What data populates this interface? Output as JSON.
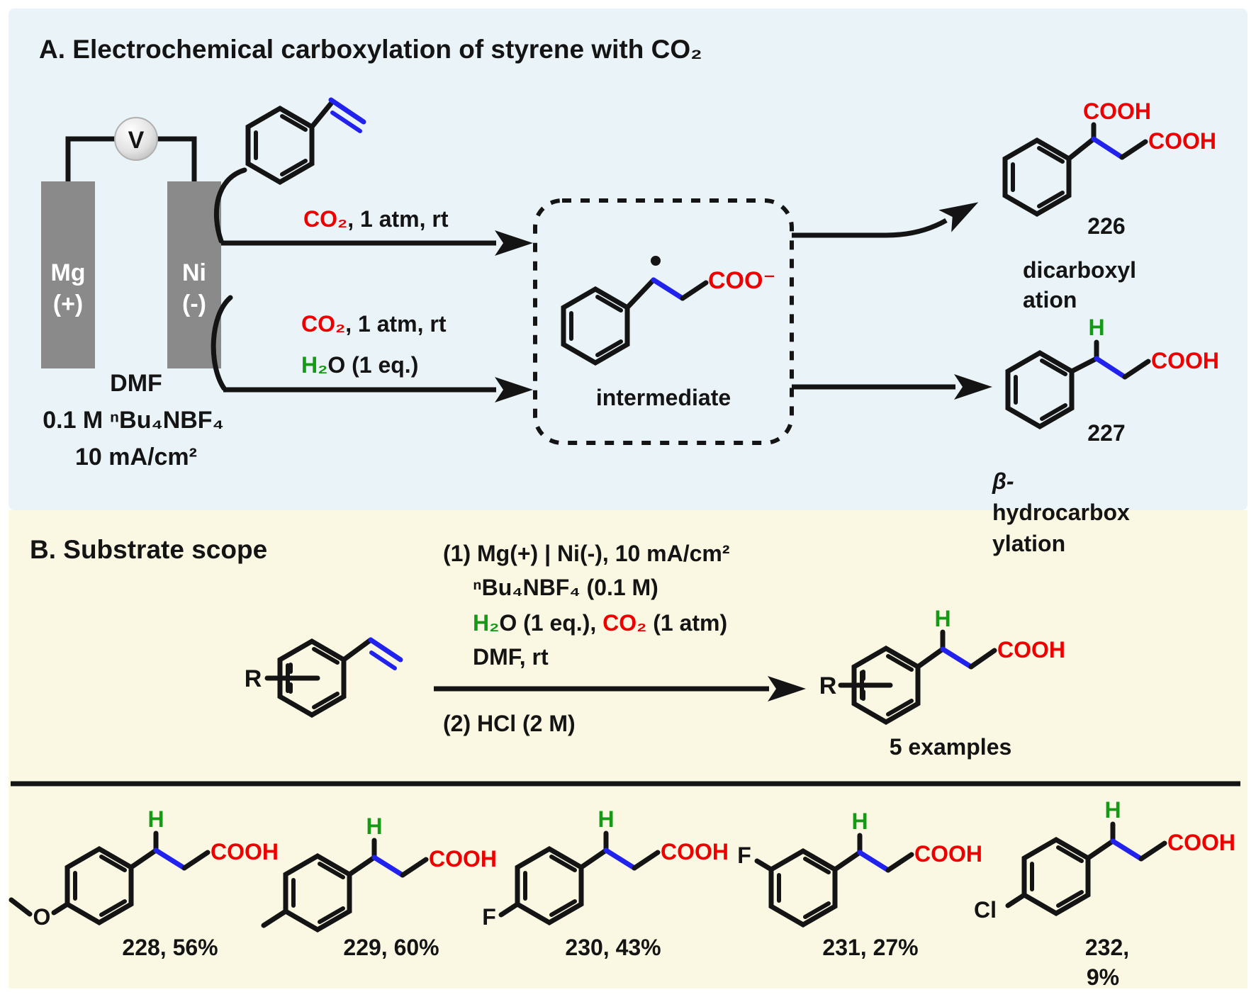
{
  "colors": {
    "panel_a_bg": "#e9f3f8",
    "panel_b_bg": "#faf7e3",
    "bond_black": "#141414",
    "accent_red": "#ee0000",
    "accent_green": "#149a14",
    "accent_blue": "#2222ee",
    "electrode_gray": "#8a8a8a"
  },
  "panelA": {
    "title": "A. Electrochemical carboxylation of styrene with CO₂",
    "cell": {
      "voltmeter": "V",
      "anode": "Mg",
      "anode_sign": "(+)",
      "cathode": "Ni",
      "cathode_sign": "(-)",
      "solvent": "DMF",
      "electrolyte": "0.1 M ⁿBu₄NBF₄",
      "current_density": "10 mA/cm²"
    },
    "route_top": {
      "co2": "CO₂",
      "conditions": ", 1 atm, rt"
    },
    "route_bottom": {
      "co2": "CO₂",
      "conditions": ", 1 atm, rt",
      "water": "H₂",
      "water_rest": "O (1 eq.)"
    },
    "intermediate": {
      "carboxylate": "COO⁻",
      "label": "intermediate"
    },
    "product_226": {
      "cooh_top": "COOH",
      "cooh_side": "COOH",
      "number": "226",
      "pathway_line1": "dicarboxyl",
      "pathway_line2": "ation"
    },
    "product_227": {
      "h": "H",
      "cooh": "COOH",
      "number": "227",
      "beta": "β-",
      "pathway_line1": "hydrocarbox",
      "pathway_line2": "ylation"
    }
  },
  "panelB": {
    "title": "B. Substrate scope",
    "substrate": {
      "r": "R"
    },
    "conditions": {
      "line1": "(1) Mg(+) | Ni(-), 10 mA/cm²",
      "line2": "ⁿBu₄NBF₄ (0.1 M)",
      "line3_water": "H₂",
      "line3_after_water": "O (1 eq.), ",
      "line3_co2": "CO₂",
      "line3_after_co2": " (1 atm)",
      "line4": "DMF, rt",
      "line5": "(2) HCl (2 M)"
    },
    "product": {
      "r": "R",
      "h": "H",
      "cooh": "COOH",
      "examples": "5 examples"
    },
    "scope": [
      {
        "substituent": "O",
        "h": "H",
        "cooh": "COOH",
        "label": "228, 56%"
      },
      {
        "substituent": "",
        "h": "H",
        "cooh": "COOH",
        "label": "229, 60%"
      },
      {
        "substituent": "F",
        "h": "H",
        "cooh": "COOH",
        "label": "230, 43%"
      },
      {
        "substituent": "F",
        "h": "H",
        "cooh": "COOH",
        "label": "231, 27%"
      },
      {
        "substituent": "Cl",
        "h": "H",
        "cooh": "COOH",
        "label": "232,",
        "label_line2": "9%"
      }
    ]
  }
}
